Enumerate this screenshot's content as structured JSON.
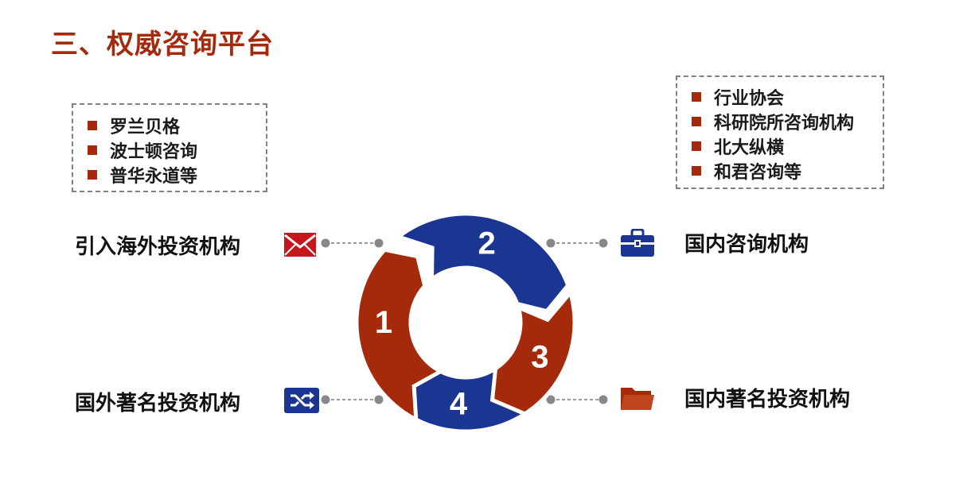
{
  "page": {
    "title": "三、权威咨询平台"
  },
  "boxes": {
    "left": {
      "items": [
        "罗兰贝格",
        "波士顿咨询",
        "普华永道等"
      ]
    },
    "right": {
      "items": [
        "行业协会",
        "科研院所咨询机构",
        "北大纵横",
        "和君咨询等"
      ]
    }
  },
  "cycle": {
    "segments": [
      {
        "number": "1",
        "color": "#a52a0c"
      },
      {
        "number": "2",
        "color": "#1b3593"
      },
      {
        "number": "3",
        "color": "#a52a0c"
      },
      {
        "number": "4",
        "color": "#1b3593"
      }
    ]
  },
  "nodes": {
    "top_left": {
      "label": "引入海外投资机构",
      "icon": "mail-icon",
      "color": "#c4161c"
    },
    "top_right": {
      "label": "国内咨询机构",
      "icon": "briefcase-icon",
      "color": "#1b3593"
    },
    "bottom_left": {
      "label": "国外著名投资机构",
      "icon": "shuffle-icon",
      "color": "#1b3593"
    },
    "bottom_right": {
      "label": "国内著名投资机构",
      "icon": "folder-icon",
      "color": "#a52a0c"
    }
  }
}
